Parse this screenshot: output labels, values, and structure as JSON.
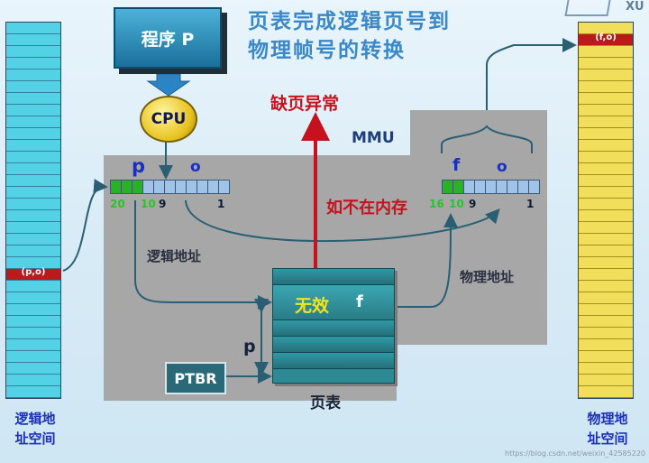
{
  "title": [
    "页表完成逻辑页号到",
    "物理帧号的转换"
  ],
  "corner_logo_text": "XU",
  "program": "程序 P",
  "cpu": "CPU",
  "mmu": "MMU",
  "logical_address": {
    "page_label": "p",
    "offset_label": "o",
    "bits": {
      "b20": "20",
      "b10": "10",
      "b9": "9",
      "b1": "1"
    },
    "caption": "逻辑地址"
  },
  "physical_address": {
    "frame_label": "f",
    "offset_label": "o",
    "bits": {
      "b16": "16",
      "b10": "10",
      "b9": "9",
      "b1": "1"
    },
    "caption": "物理地址"
  },
  "page_fault": "缺页异常",
  "not_in_memory": "如不在内存",
  "page_table": {
    "invalid": "无效",
    "frame": "f",
    "caption": "页表"
  },
  "ptbr": "PTBR",
  "page_offset_label": "p",
  "logical_space": {
    "entry": "(p,o)",
    "caption": [
      "逻辑地",
      "址空间"
    ]
  },
  "physical_space": {
    "entry": "(f,o)",
    "caption": [
      "物理地",
      "址空间"
    ]
  },
  "watermark": "https://blog.csdn.net/weixin_42585220",
  "colors": {
    "title": "#3a88c8",
    "mmu_gray": "#a7a7a7",
    "highlight_red": "#c6121e",
    "register_green": "#27b324",
    "register_blue": "#9fc4ea",
    "logical_memory": "#52d2e4",
    "physical_memory": "#f1df5c",
    "page_table": "#2d8a94"
  }
}
